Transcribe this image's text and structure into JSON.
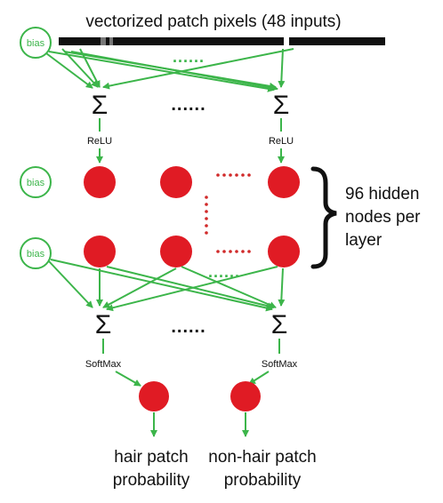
{
  "title": "vectorized patch pixels (48 inputs)",
  "bias_label": "bias",
  "input_dots": "......",
  "sum_symbol": "Σ",
  "sum_dots": "......",
  "relu_label": "ReLU",
  "softmax_label": "SoftMax",
  "brace_text": [
    "96 hidden",
    "nodes per",
    "layer"
  ],
  "outputs": [
    {
      "line1": "hair patch",
      "line2": "probability"
    },
    {
      "line1": "non-hair patch",
      "line2": "probability"
    }
  ],
  "colors": {
    "green": "#3cb54a",
    "red": "#e01b24",
    "black": "#111111",
    "grey": "#888888"
  }
}
